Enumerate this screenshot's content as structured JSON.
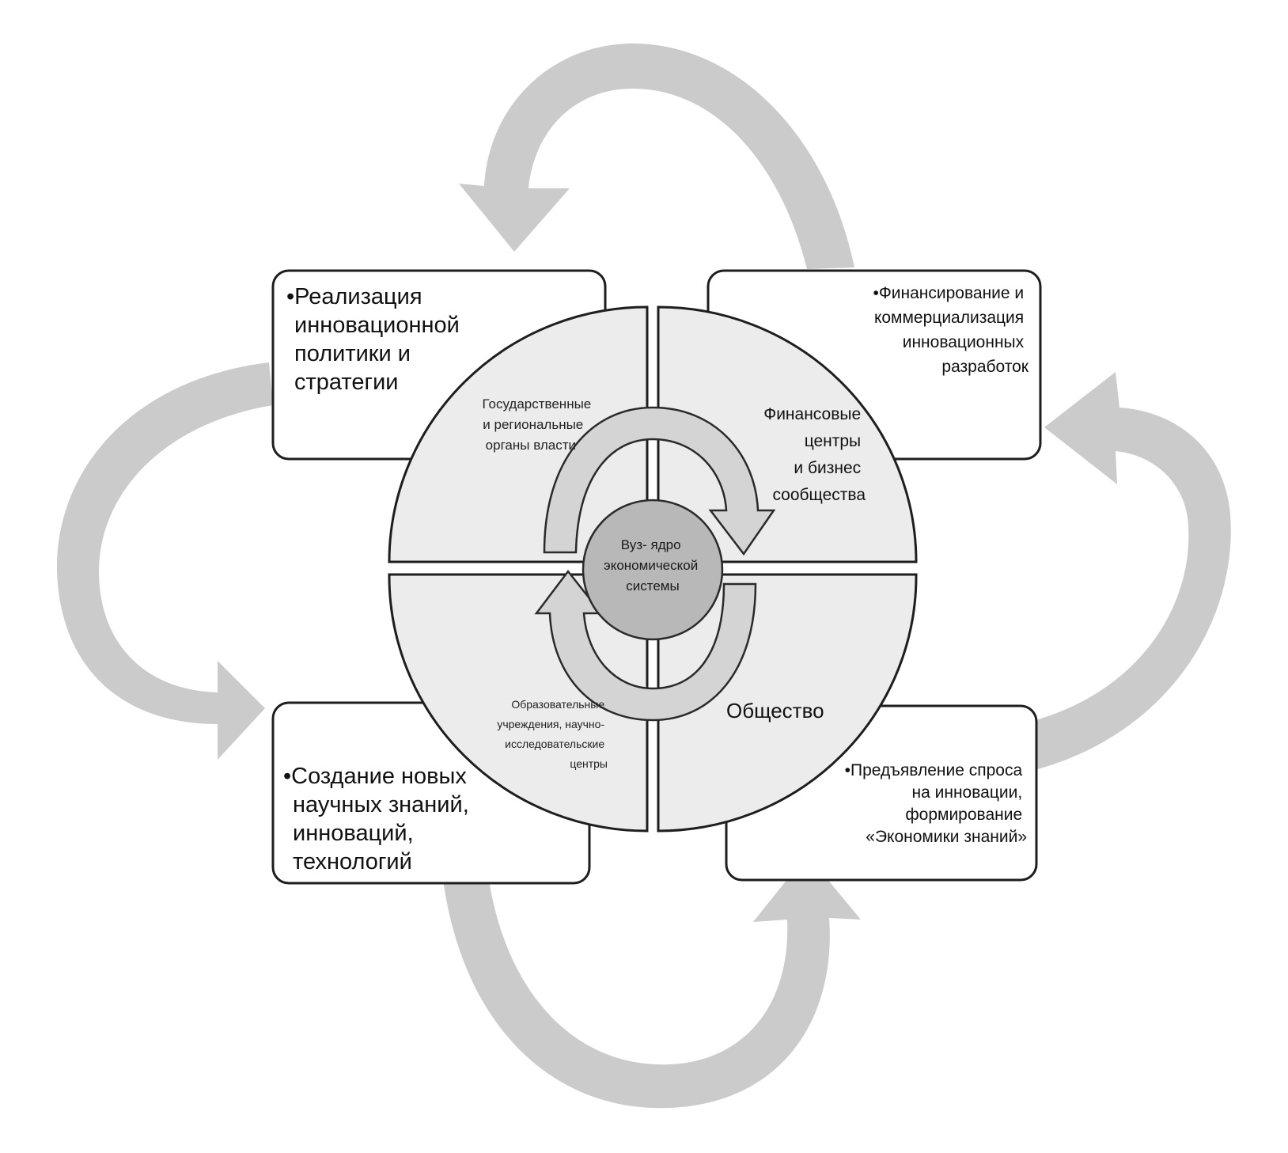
{
  "colors": {
    "outer_arrow": "#cbcbcb",
    "sector_fill": "#ececec",
    "core_fill": "#b8b8b8",
    "inner_arrow_fill": "#d4d4d4",
    "outline": "#1e1e1e"
  },
  "boxes": {
    "top_left": {
      "lines": [
        "•Реализация",
        "инновационной",
        "политики и",
        "стратегии"
      ]
    },
    "top_right": {
      "lines": [
        "•Финансирование и",
        "коммерциализация",
        "инновационных",
        "разработок"
      ]
    },
    "bottom_left": {
      "lines": [
        "•Создание новых",
        "научных знаний,",
        "инноваций,",
        "технологий"
      ]
    },
    "bottom_right": {
      "lines": [
        "•Предъявление спроса",
        "на инновации,",
        "формирование",
        "«Экономики знаний»"
      ]
    }
  },
  "sectors": {
    "top_left": {
      "lines": [
        "Государственные",
        "и региональные",
        "органы власти"
      ]
    },
    "top_right": {
      "lines": [
        "Финансовые",
        "центры",
        "и бизнес",
        "сообщества"
      ]
    },
    "bottom_left": {
      "lines": [
        "Образовательные",
        "учреждения, научно-",
        "исследовательские",
        "центры"
      ]
    },
    "bottom_right": {
      "lines": [
        "Общество"
      ]
    }
  },
  "core": {
    "lines": [
      "Вуз- ядро",
      "экономической",
      "системы"
    ]
  }
}
